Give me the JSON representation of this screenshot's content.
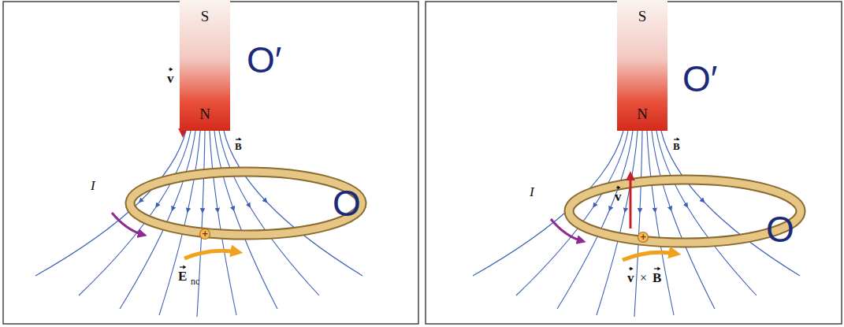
{
  "diagram": {
    "nodes": [
      {
        "text": [
          "S",
          "N"
        ]
      },
      {
        "text": [
          "S",
          "N"
        ]
      }
    ],
    "labels": [
      "O′",
      "v",
      "B",
      "I",
      "O",
      "+",
      "E",
      "nc",
      "O′",
      "v",
      "B",
      "I",
      "O",
      "+",
      "v",
      "×",
      "B"
    ]
  }
}
